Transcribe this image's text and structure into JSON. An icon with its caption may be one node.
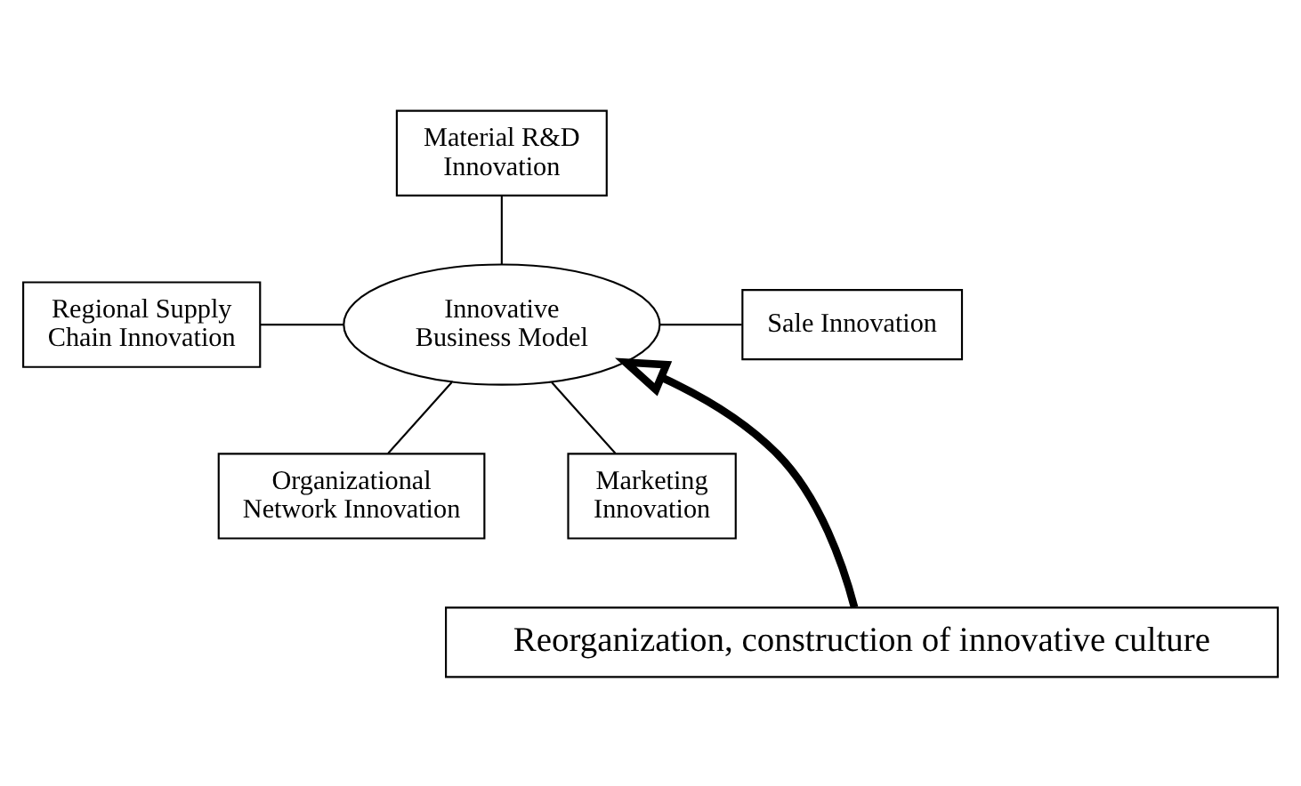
{
  "diagram": {
    "nodes": [
      {
        "text": [
          "Material R&D Innovation"
        ]
      },
      {
        "text": [
          "Regional Supply Chain Innovation"
        ]
      },
      {
        "text": [
          "Sale Innovation"
        ]
      },
      {
        "text": [
          "Innovative Business Model"
        ]
      },
      {
        "text": [
          "Organizational Network Innovation"
        ]
      },
      {
        "text": [
          "Marketing Innovation"
        ]
      },
      {
        "text": [
          "Reorganization, construction of innovative culture"
        ]
      }
    ],
    "edges": [
      {
        "from": 0,
        "to": 3,
        "arrow": "none"
      },
      {
        "from": 1,
        "to": 3,
        "arrow": "none"
      },
      {
        "from": 3,
        "to": 2,
        "arrow": "none"
      },
      {
        "from": 3,
        "to": 4,
        "arrow": "none"
      },
      {
        "from": 3,
        "to": 5,
        "arrow": "none"
      },
      {
        "from": 6,
        "to": 3,
        "arrow": "to",
        "style": "thick"
      }
    ]
  }
}
